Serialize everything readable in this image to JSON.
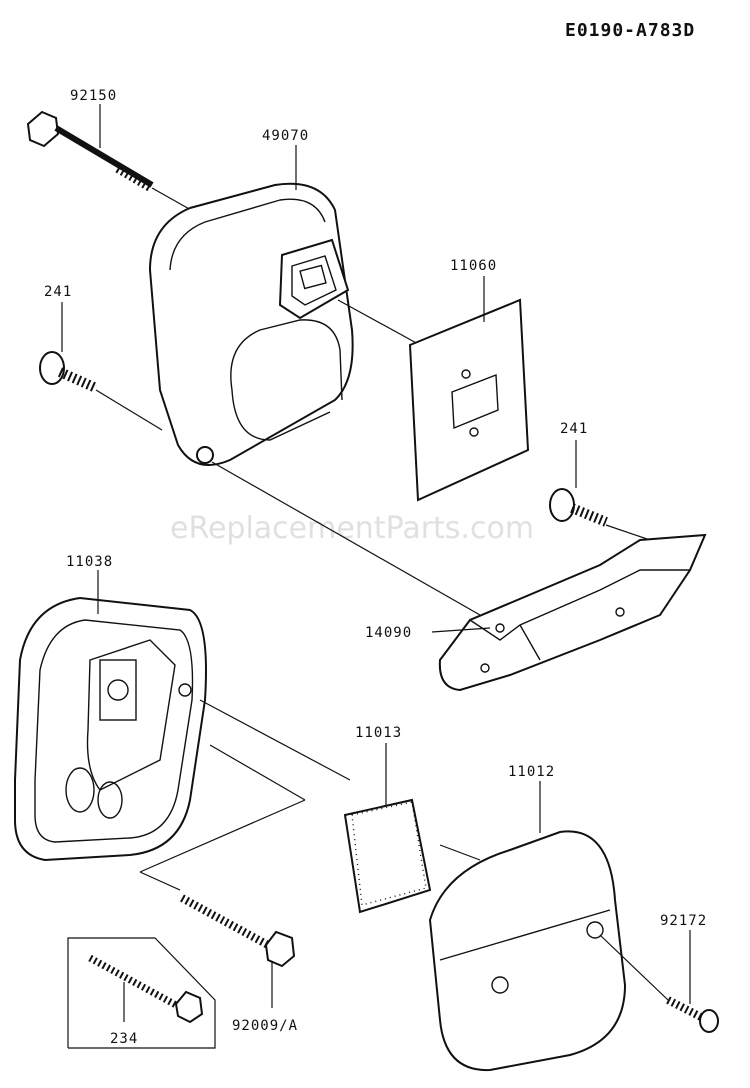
{
  "diagram": {
    "code": "E0190-A783D",
    "watermark": "eReplacementParts.com",
    "labels": {
      "p92150": "92150",
      "p49070": "49070",
      "p11060": "11060",
      "p241_left": "241",
      "p241_right": "241",
      "p11038": "11038",
      "p14090": "14090",
      "p11013": "11013",
      "p11012": "11012",
      "p92172": "92172",
      "p234": "234",
      "p92009A": "92009/A"
    }
  }
}
